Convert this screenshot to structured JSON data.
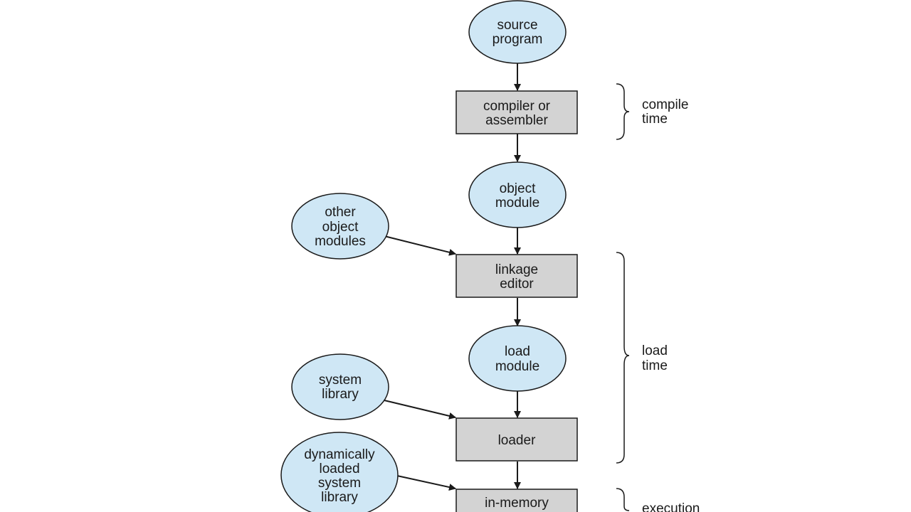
{
  "colors": {
    "ellipse_fill": "#cfe7f5",
    "box_fill": "#d3d3d3",
    "stroke": "#1a1a1a"
  },
  "nodes": {
    "source_program": [
      "source",
      "program"
    ],
    "compiler": [
      "compiler or",
      "assembler"
    ],
    "object_module": [
      "object",
      "module"
    ],
    "other_object_modules": [
      "other",
      "object",
      "modules"
    ],
    "linkage_editor": [
      "linkage",
      "editor"
    ],
    "load_module": [
      "load",
      "module"
    ],
    "system_library": [
      "system",
      "library"
    ],
    "loader": [
      "loader"
    ],
    "dynamic_library": [
      "dynamically",
      "loaded",
      "system",
      "library"
    ],
    "in_memory": [
      "in-memory"
    ]
  },
  "phases": {
    "compile_time": [
      "compile",
      "time"
    ],
    "load_time": [
      "load",
      "time"
    ],
    "execution_time": [
      "execution"
    ]
  }
}
